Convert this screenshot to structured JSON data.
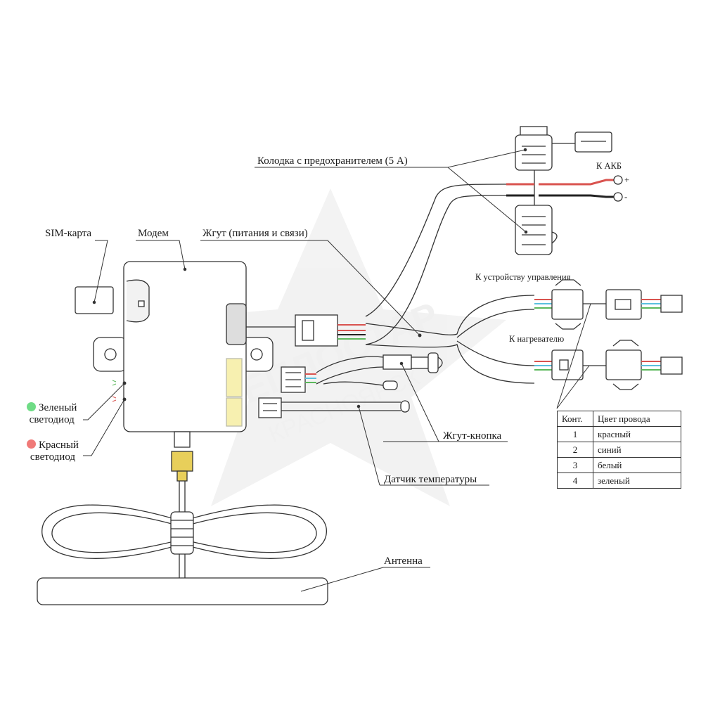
{
  "labels": {
    "sim_card": "SIM-карта",
    "modem": "Модем",
    "harness": "Жгут (питания и связи)",
    "fuse_block": "Колодка с предохранителем (5 А)",
    "battery": "К АКБ",
    "plus": "+",
    "minus": "-",
    "to_control_unit": "К устройству управления",
    "to_heater": "К нагревателю",
    "green_led_line1": "Зеленый",
    "green_led_line2": "светодиод",
    "red_led_line1": "Красный",
    "red_led_line2": "светодиод",
    "button_harness": "Жгут-кнопка",
    "temp_sensor": "Датчик температуры",
    "antenna": "Антенна"
  },
  "table": {
    "headers": [
      "Конт.",
      "Цвет провода"
    ],
    "rows": [
      {
        "pin": "1",
        "color": "красный"
      },
      {
        "pin": "2",
        "color": "синий"
      },
      {
        "pin": "3",
        "color": "белый"
      },
      {
        "pin": "4",
        "color": "зеленый"
      }
    ]
  },
  "colors": {
    "line": "#333333",
    "wire_red": "#d9534f",
    "wire_green": "#5cb85c",
    "wire_blue": "#5bc0de",
    "wire_black": "#222222",
    "led_green": "#6fdc86",
    "led_red": "#f07a78",
    "highlight": "#f7f0b0",
    "brass": "#e8cf5a"
  },
  "watermark": {
    "brand": "ТЕПЛОСТАР",
    "city": "КРАСНОЯРСК"
  }
}
